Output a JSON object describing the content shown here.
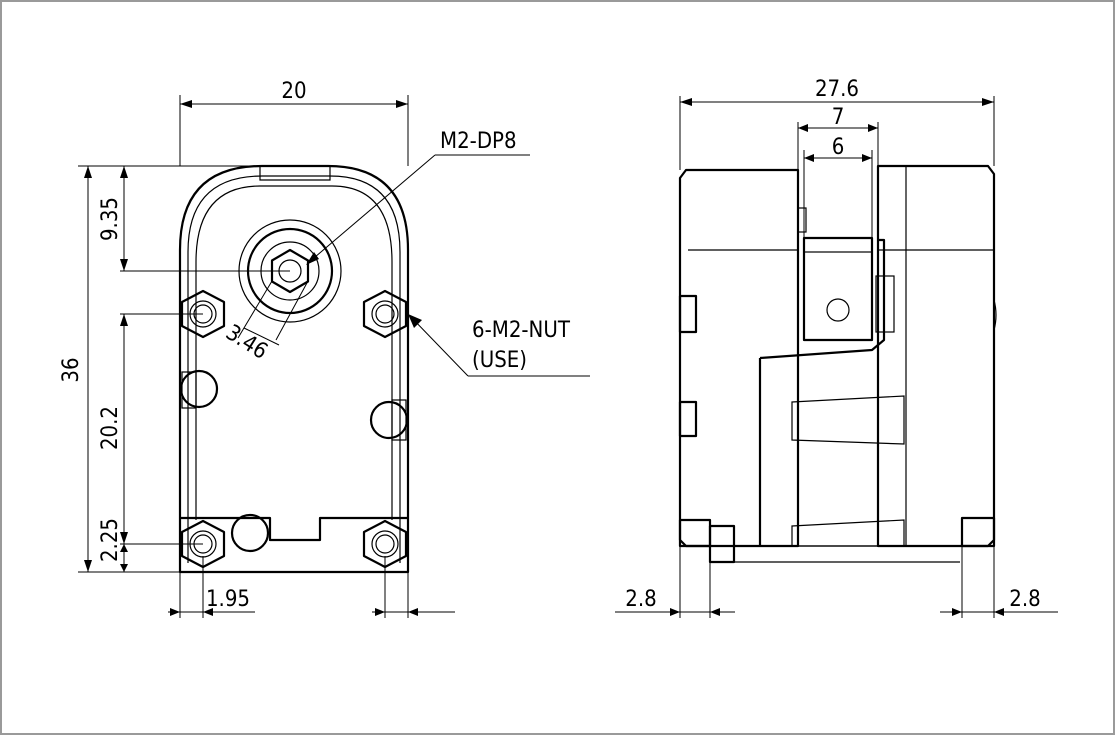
{
  "front_view": {
    "dims": {
      "width": "20",
      "height": "36",
      "top_to_shaft": "9.35",
      "shaft_to_lower_nut": "20.2",
      "nut_to_bottom": "2.25",
      "nut_to_side": "1.95",
      "hex_across_flats": "3.46"
    },
    "callouts": {
      "shaft_screw": "M2-DP8",
      "nuts_line1": "6-M2-NUT",
      "nuts_line2": "(USE)"
    }
  },
  "side_view": {
    "dims": {
      "overall_width": "27.6",
      "horn_outer": "7",
      "horn_inner": "6",
      "left_offset": "2.8",
      "right_offset": "2.8"
    }
  }
}
